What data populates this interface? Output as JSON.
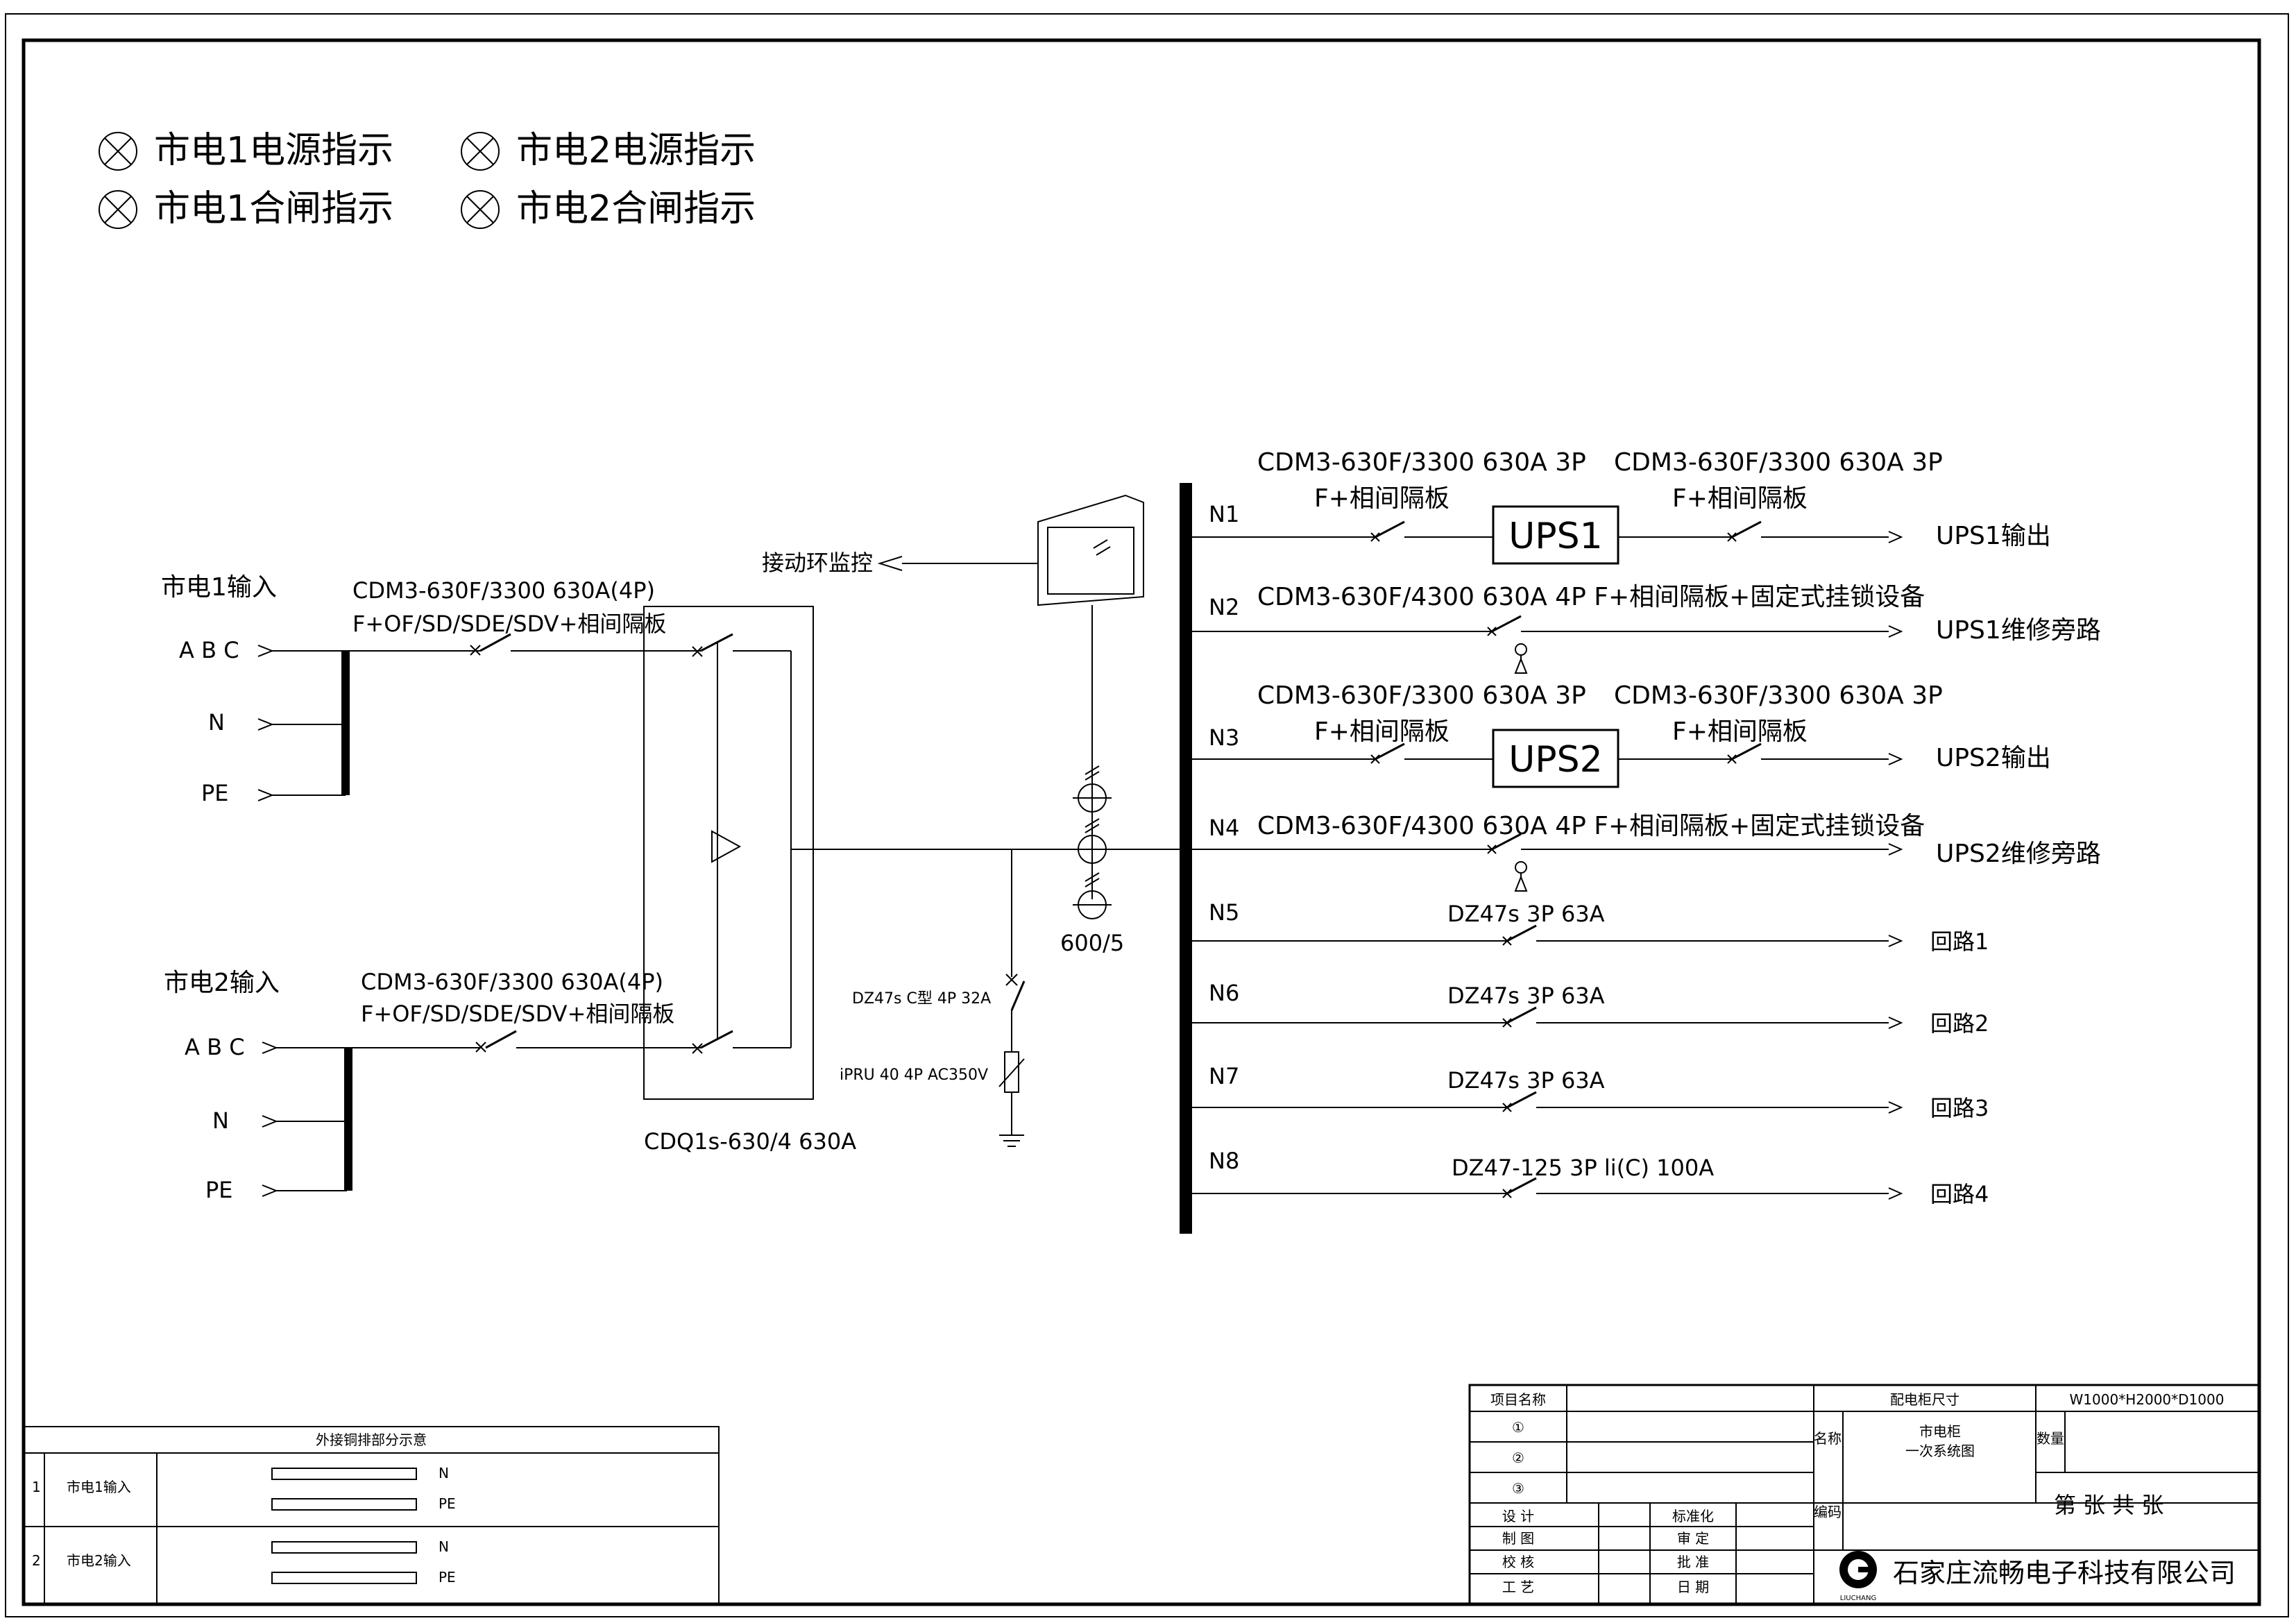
{
  "legend": [
    {
      "label": "市电1电源指示"
    },
    {
      "label": "市电2电源指示"
    },
    {
      "label": "市电1合闸指示"
    },
    {
      "label": "市电2合闸指示"
    }
  ],
  "inputs": {
    "in1": {
      "title": "市电1输入",
      "abc": "A B C",
      "n": "N",
      "pe": "PE",
      "breaker1": "CDM3-630F/3300 630A(4P)",
      "breaker2": "F+OF/SD/SDE/SDV+相间隔板"
    },
    "in2": {
      "title": "市电2输入",
      "abc": "A B C",
      "n": "N",
      "pe": "PE",
      "breaker1": "CDM3-630F/3300 630A(4P)",
      "breaker2": "F+OF/SD/SDE/SDV+相间隔板"
    }
  },
  "ats": {
    "label": "CDQ1s-630/4 630A"
  },
  "monitor": {
    "label": "接动环监控"
  },
  "ct": {
    "label": "600/5"
  },
  "spd": {
    "breaker": "DZ47s C型 4P 32A",
    "arrester": "iPRU 40 4P AC350V"
  },
  "feeders": {
    "n1": {
      "id": "N1",
      "b1a": "CDM3-630F/3300 630A 3P",
      "b1b": "F+相间隔板",
      "ups": "UPS1",
      "b2a": "CDM3-630F/3300 630A 3P",
      "b2b": "F+相间隔板",
      "out": "UPS1输出"
    },
    "n2": {
      "id": "N2",
      "b": "CDM3-630F/4300 630A 4P F+相间隔板+固定式挂锁设备",
      "out": "UPS1维修旁路"
    },
    "n3": {
      "id": "N3",
      "b1a": "CDM3-630F/3300 630A 3P",
      "b1b": "F+相间隔板",
      "ups": "UPS2",
      "b2a": "CDM3-630F/3300 630A 3P",
      "b2b": "F+相间隔板",
      "out": "UPS2输出"
    },
    "n4": {
      "id": "N4",
      "b": "CDM3-630F/4300 630A 4P F+相间隔板+固定式挂锁设备",
      "out": "UPS2维修旁路"
    },
    "n5": {
      "id": "N5",
      "b": "DZ47s 3P 63A",
      "out": "回路1"
    },
    "n6": {
      "id": "N6",
      "b": "DZ47s 3P 63A",
      "out": "回路2"
    },
    "n7": {
      "id": "N7",
      "b": "DZ47s 3P 63A",
      "out": "回路3"
    },
    "n8": {
      "id": "N8",
      "b": "DZ47-125 3P li(C) 100A",
      "out": "回路4"
    }
  },
  "busbar_table": {
    "title": "外接铜排部分示意",
    "rows": [
      {
        "no": "1",
        "name": "市电1输入",
        "bar1": "N",
        "bar2": "PE"
      },
      {
        "no": "2",
        "name": "市电2输入",
        "bar1": "N",
        "bar2": "PE"
      }
    ]
  },
  "title_block": {
    "project_label": "项目名称",
    "size_label": "配电柜尺寸",
    "size_value": "W1000*H2000*D1000",
    "rev1": "①",
    "rev2": "②",
    "rev3": "③",
    "name_label": "名称",
    "name_value1": "市电柜",
    "name_value2": "一次系统图",
    "qty_label": "数量",
    "code_label": "编码",
    "sheet_text": "第    张 共    张",
    "design": "设  计",
    "draw": "制  图",
    "check": "校  核",
    "craft": "工  艺",
    "std": "标准化",
    "review": "审  定",
    "approve": "批  准",
    "date": "日  期",
    "company": "石家庄流畅电子科技有限公司",
    "logo_text": "LIUCHANG"
  }
}
